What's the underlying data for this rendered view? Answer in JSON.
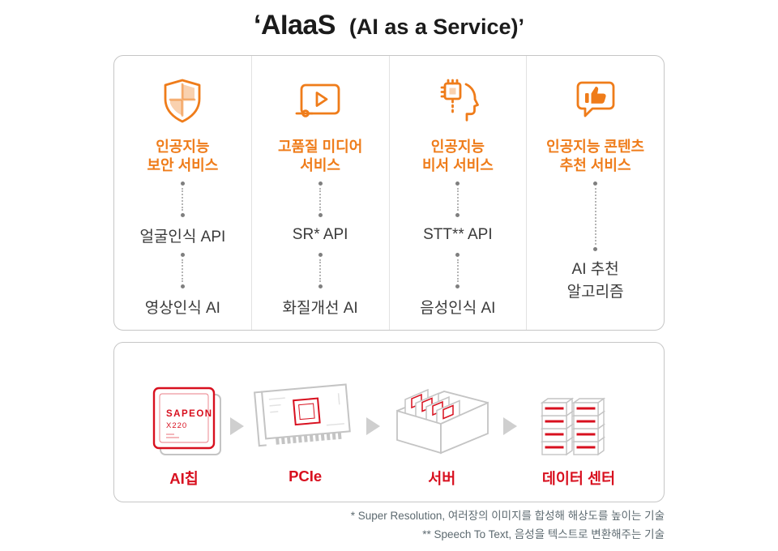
{
  "page": {
    "title_main": "‘AIaaS",
    "title_sub": "(AI as a Service)’"
  },
  "colors": {
    "accent_orange": "#ef7c1a",
    "accent_red": "#d8101f"
  },
  "services": [
    {
      "icon": "security-shield-icon",
      "title": "인공지능\n보안 서비스",
      "api": "얼굴인식 API",
      "ai": "영상인식 AI"
    },
    {
      "icon": "media-player-icon",
      "title": "고품질 미디어\n서비스",
      "api": "SR* API",
      "ai": "화질개선 AI"
    },
    {
      "icon": "assistant-chip-head-icon",
      "title": "인공지능\n비서 서비스",
      "api": "STT** API",
      "ai": "음성인식 AI"
    },
    {
      "icon": "thumbs-up-bubble-icon",
      "title": "인공지능 콘텐츠\n추천 서비스",
      "result": "AI 추천\n알고리즘"
    }
  ],
  "hardware": {
    "chip_label": "SAPEON",
    "chip_model": "X220",
    "items": [
      {
        "label": "AI칩"
      },
      {
        "label": "PCIe"
      },
      {
        "label": "서버"
      },
      {
        "label": "데이터 센터"
      }
    ]
  },
  "footnotes": [
    "* Super Resolution, 여러장의 이미지를 합성해 해상도를 높이는 기술",
    "** Speech To Text, 음성을 텍스트로 변환해주는 기술"
  ]
}
